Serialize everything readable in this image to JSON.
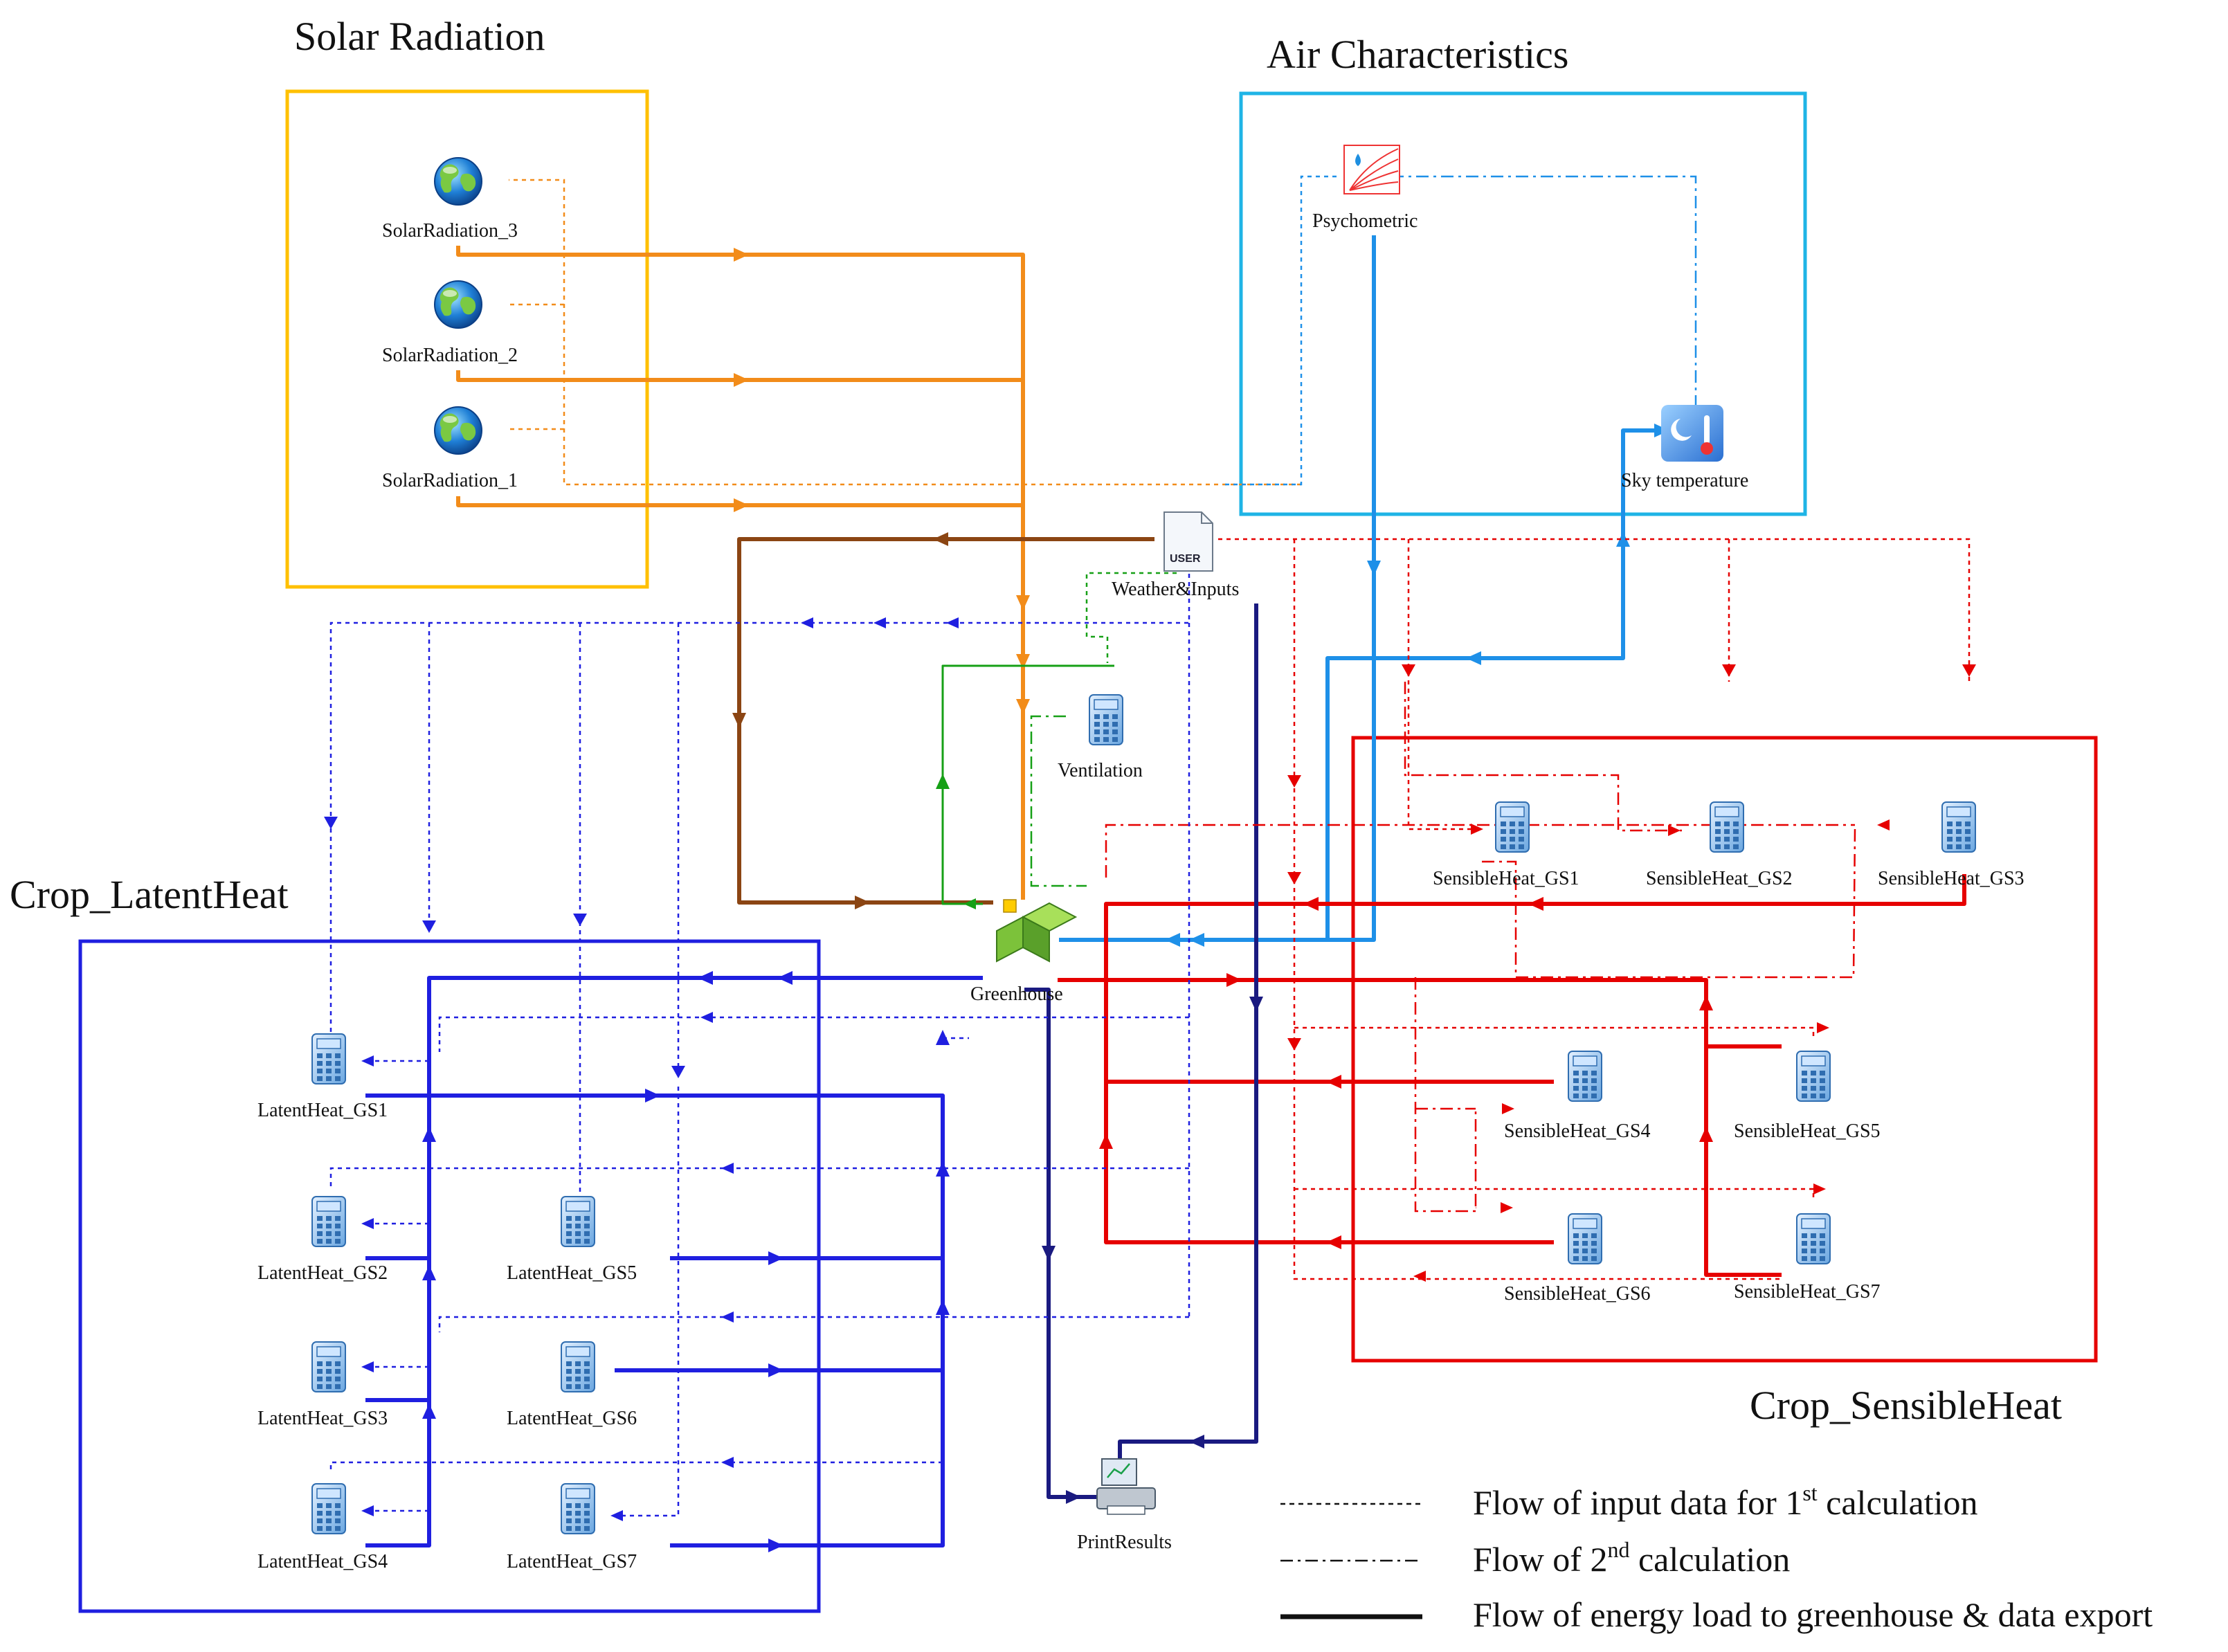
{
  "sections": {
    "solar": {
      "title": "Solar Radiation",
      "color": "#FFC000"
    },
    "air": {
      "title": "Air Characteristics",
      "color": "#1FB4E6"
    },
    "latent": {
      "title": "Crop_LatentHeat",
      "color": "#1F1FE0"
    },
    "sensible": {
      "title": "Crop_SensibleHeat",
      "color": "#E60000"
    }
  },
  "nodes": {
    "solar_3": {
      "label": "SolarRadiation_3",
      "icon": "globe-icon"
    },
    "solar_2": {
      "label": "SolarRadiation_2",
      "icon": "globe-icon"
    },
    "solar_1": {
      "label": "SolarRadiation_1",
      "icon": "globe-icon"
    },
    "psychometric": {
      "label": "Psychometric",
      "icon": "psychrometric-chart-icon"
    },
    "sky_temperature": {
      "label": "Sky temperature",
      "icon": "thermometer-icon"
    },
    "weather_inputs": {
      "label": "Weather&Inputs",
      "icon": "user-file-icon",
      "tag": "USER"
    },
    "ventilation": {
      "label": "Ventilation",
      "icon": "calculator-icon"
    },
    "greenhouse": {
      "label": "Greenhouse",
      "icon": "greenhouse-cube-icon"
    },
    "print_results": {
      "label": "PrintResults",
      "icon": "printer-icon"
    },
    "sensible_gs1": {
      "label": "SensibleHeat_GS1",
      "icon": "calculator-icon"
    },
    "sensible_gs2": {
      "label": "SensibleHeat_GS2",
      "icon": "calculator-icon"
    },
    "sensible_gs3": {
      "label": "SensibleHeat_GS3",
      "icon": "calculator-icon"
    },
    "sensible_gs4": {
      "label": "SensibleHeat_GS4",
      "icon": "calculator-icon"
    },
    "sensible_gs5": {
      "label": "SensibleHeat_GS5",
      "icon": "calculator-icon"
    },
    "sensible_gs6": {
      "label": "SensibleHeat_GS6",
      "icon": "calculator-icon"
    },
    "sensible_gs7": {
      "label": "SensibleHeat_GS7",
      "icon": "calculator-icon"
    },
    "latent_gs1": {
      "label": "LatentHeat_GS1",
      "icon": "calculator-icon"
    },
    "latent_gs2": {
      "label": "LatentHeat_GS2",
      "icon": "calculator-icon"
    },
    "latent_gs3": {
      "label": "LatentHeat_GS3",
      "icon": "calculator-icon"
    },
    "latent_gs4": {
      "label": "LatentHeat_GS4",
      "icon": "calculator-icon"
    },
    "latent_gs5": {
      "label": "LatentHeat_GS5",
      "icon": "calculator-icon"
    },
    "latent_gs6": {
      "label": "LatentHeat_GS6",
      "icon": "calculator-icon"
    },
    "latent_gs7": {
      "label": "LatentHeat_GS7",
      "icon": "calculator-icon"
    }
  },
  "legend": {
    "input": {
      "before": "Flow of input data for 1",
      "sup": "st",
      "after": " calculation",
      "style": "dotted"
    },
    "second": {
      "before": "Flow of 2",
      "sup": "nd",
      "after": " calculation",
      "style": "dash-dot"
    },
    "energy": {
      "text": "Flow of energy load to greenhouse & data export",
      "style": "solid"
    }
  },
  "colors": {
    "orange": "#F28C1A",
    "blue": "#1F1FE0",
    "navy": "#1A1A80",
    "brown": "#8B4513",
    "green": "#16A016",
    "cyan": "#1E90E8",
    "red": "#E60000"
  }
}
